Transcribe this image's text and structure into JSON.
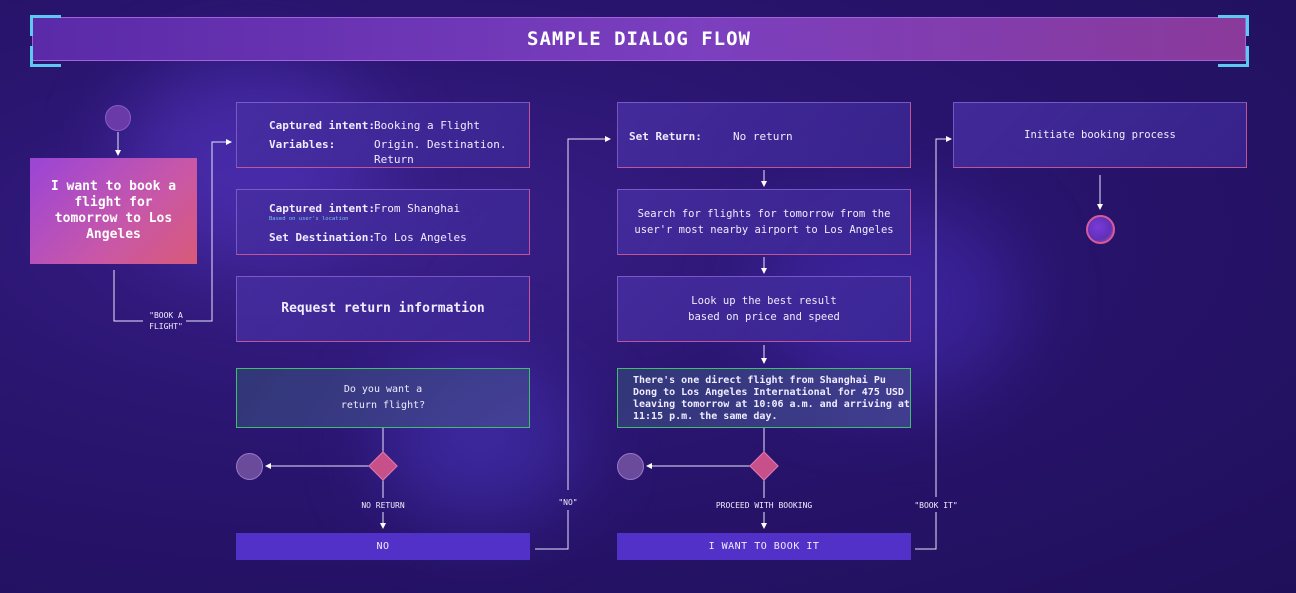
{
  "title": "SAMPLE DIALOG FLOW",
  "user_message": "I want to book a flight for tomorrow to Los Angeles",
  "edge_labels": {
    "book_a_flight": "\"BOOK A\nFLIGHT\"",
    "no_return": "NO RETURN",
    "no_quote": "\"NO\"",
    "proceed_with_booking": "PROCEED WITH BOOKING",
    "book_it": "\"BOOK IT\""
  },
  "column1": {
    "box1": {
      "captured_intent_key": "Captured intent:",
      "captured_intent_value": "Booking a Flight",
      "variables_key": "Variables:",
      "variables_value": "Origin. Destination.\nReturn"
    },
    "box2": {
      "captured_intent_key": "Captured intent:",
      "captured_intent_value": "From Shanghai",
      "note": "Based on user's location",
      "set_destination_key": "Set Destination:",
      "set_destination_value": "To Los Angeles"
    },
    "box3": "Request return information",
    "box4": "Do you want a\nreturn flight?",
    "answer": "NO"
  },
  "column2": {
    "box1": {
      "set_return_key": "Set Return:",
      "set_return_value": "No return"
    },
    "box2": "Search for flights for tomorrow from the\nuser'r most nearby airport to Los Angeles",
    "box3": "Look up the best result\nbased on price and speed",
    "box4": "There's one direct flight from Shanghai Pu\nDong to Los Angeles International for 475 USD\nleaving tomorrow at 10:06 a.m. and arriving at\n11:15 p.m. the same day.",
    "answer": "I WANT TO BOOK IT"
  },
  "column3": {
    "box1": "Initiate booking process"
  },
  "colors": {
    "background": "#24126a",
    "accent_pink": "#d85a9a",
    "accent_cyan": "#5ec8f0",
    "answer_bar": "#5131c8",
    "green_border": "#3fbf6a"
  }
}
